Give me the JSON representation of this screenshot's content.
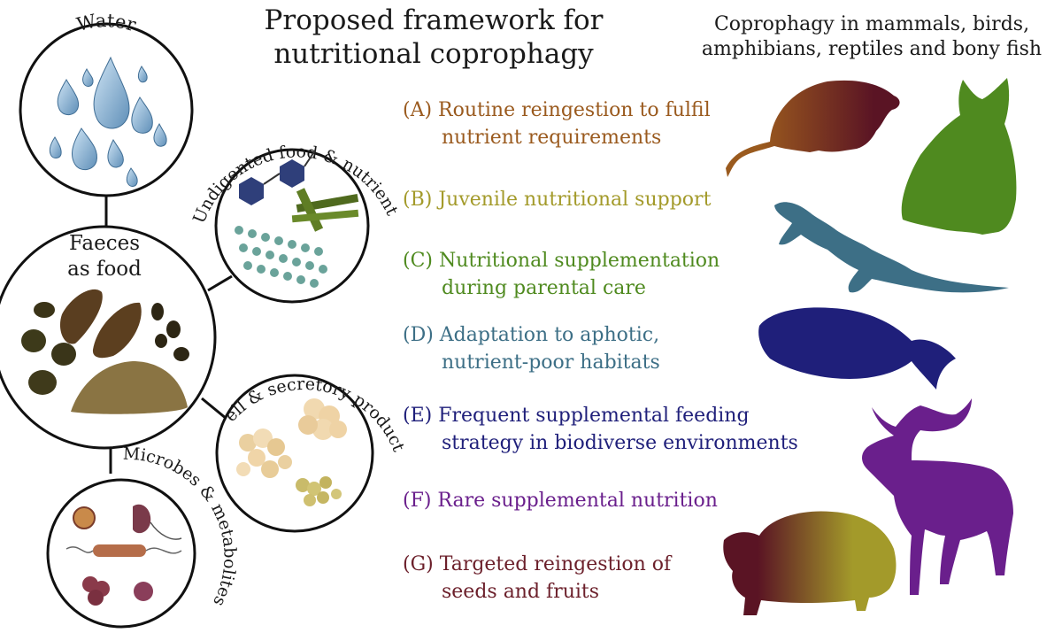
{
  "title_line1": "Proposed framework for",
  "title_line2": "nutritional coprophagy",
  "subtitle_line1": "Coprophagy in mammals, birds,",
  "subtitle_line2": "amphibians, reptiles and bony fish",
  "circles": {
    "water": "Water",
    "faeces_line1": "Faeces",
    "faeces_line2": "as food",
    "undigested": "Undigented food & nutrients",
    "cells": "Cell & secretory products",
    "microbes": "Microbes & metabolites"
  },
  "items": [
    {
      "line1": "(A) Routine reingestion to fulfil",
      "line2": "nutrient requirements",
      "color": "#9a5a1e"
    },
    {
      "line1": "(B) Juvenile nutritional support",
      "line2": "",
      "color": "#a39a2a"
    },
    {
      "line1": "(C) Nutritional supplementation",
      "line2": "during parental care",
      "color": "#4f8a1f"
    },
    {
      "line1": "(D) Adaptation to aphotic,",
      "line2": "nutrient-poor habitats",
      "color": "#3d6f86"
    },
    {
      "line1": "(E) Frequent supplemental feeding",
      "line2": "strategy in biodiverse environments",
      "color": "#1f1f7a"
    },
    {
      "line1": "(F) Rare supplemental nutrition",
      "line2": "",
      "color": "#6a1f8c"
    },
    {
      "line1": "(G) Targeted reingestion of",
      "line2": "seeds and fruits",
      "color": "#6b1f2a"
    }
  ],
  "colors": {
    "rat_start": "#9a5a1e",
    "rat_end": "#5a1424",
    "owl": "#4f8a1f",
    "salamander": "#3d6f86",
    "fish": "#1f1f7a",
    "moose": "#6a1f8c",
    "tortoise_start": "#5a1424",
    "tortoise_end": "#a39a2a"
  }
}
